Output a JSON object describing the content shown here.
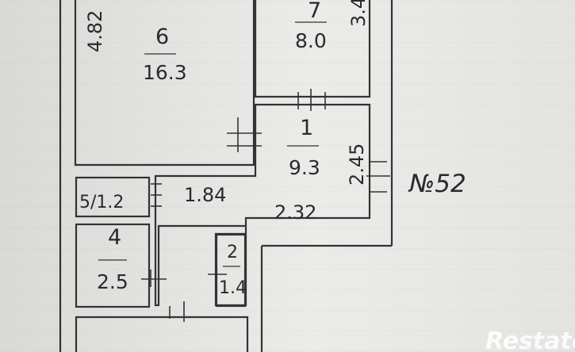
{
  "plan": {
    "apartment_no": "№52",
    "watermark": "Restate",
    "rooms": [
      {
        "id": "6",
        "area": "16.3"
      },
      {
        "id": "7",
        "area": "8.0"
      },
      {
        "id": "1",
        "area": "9.3"
      },
      {
        "id": "2",
        "area": "1.4"
      },
      {
        "id": "4",
        "area": "2.5"
      },
      {
        "id": "5/1.2"
      }
    ],
    "dimensions": [
      "4.82",
      "3.4",
      "2.45",
      "1.84",
      "2.32"
    ]
  }
}
